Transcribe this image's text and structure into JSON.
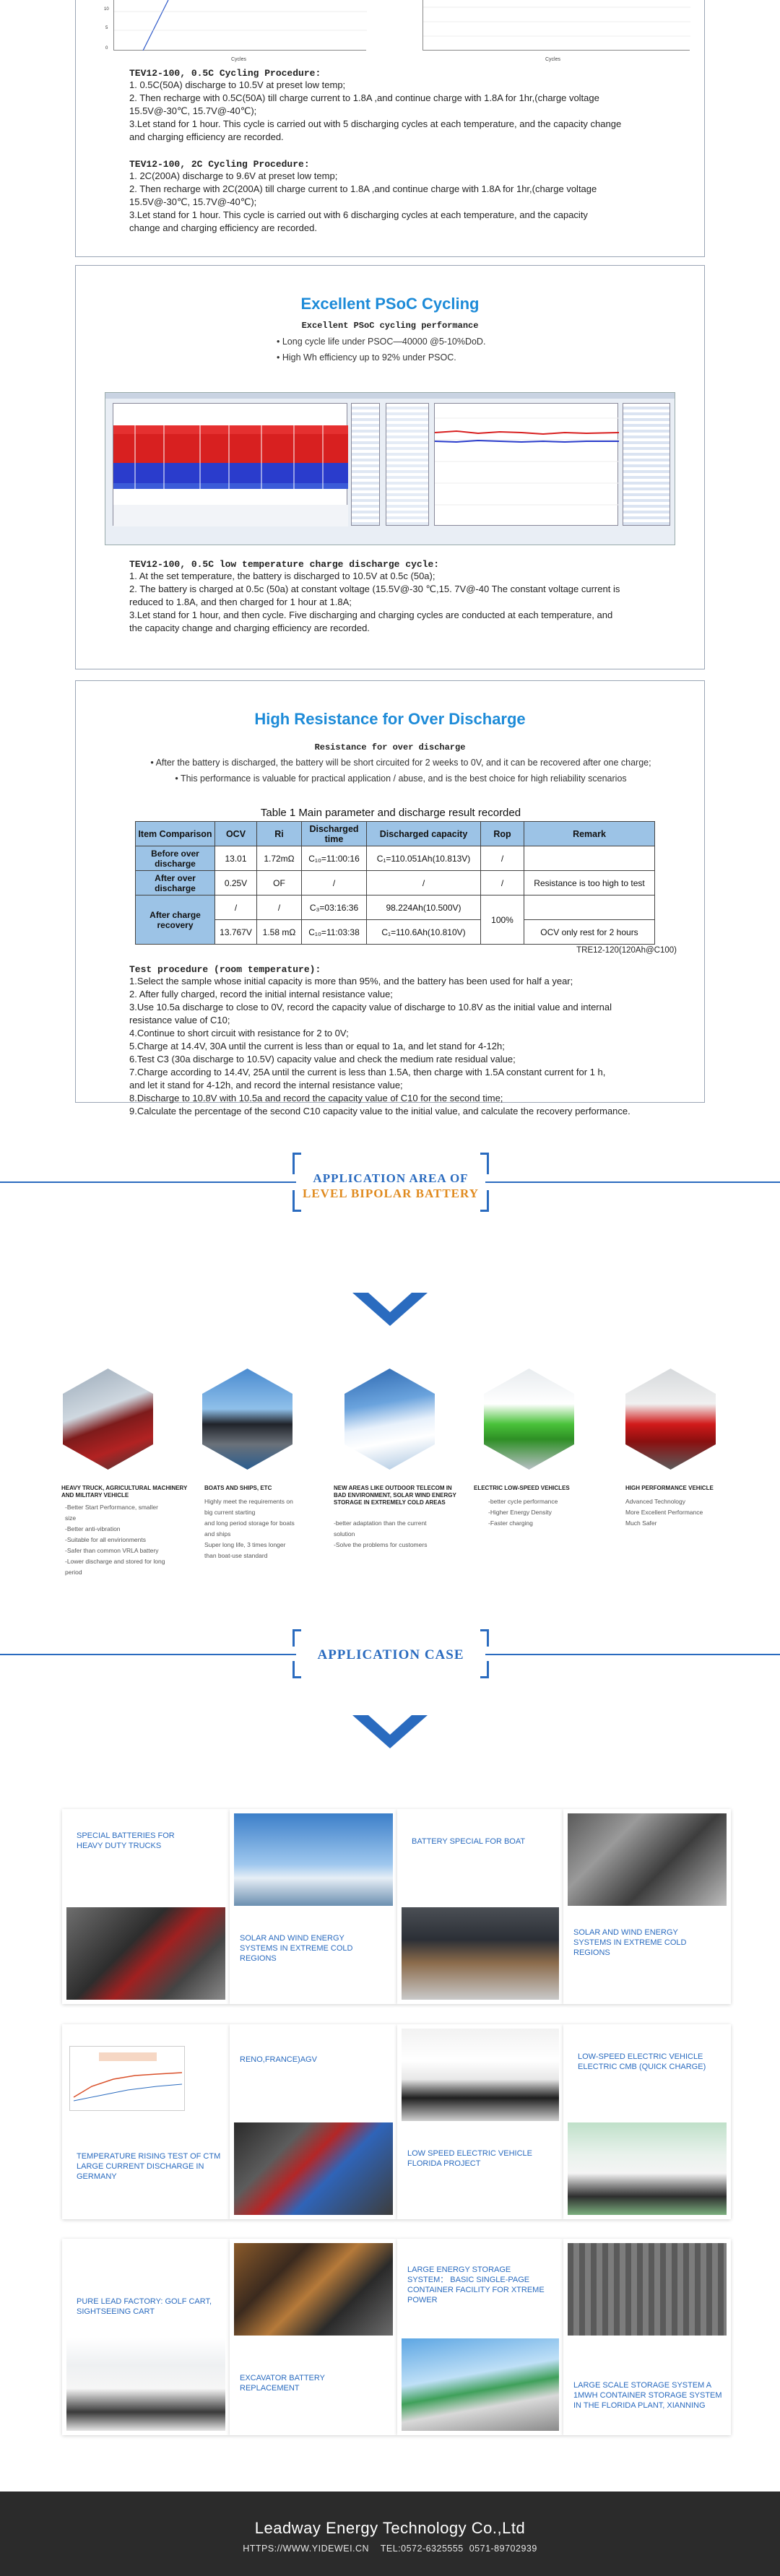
{
  "top_charts": {
    "left_y_ticks": [
      "10",
      "5",
      "0"
    ],
    "left_xlabel": "Cycles",
    "right_xlabel": "Cycles"
  },
  "cycling": {
    "proc1_title": "TEV12-100, 0.5C Cycling Procedure:",
    "proc1_lines": [
      "1. 0.5C(50A) discharge to 10.5V at preset low temp;",
      "2. Then recharge with 0.5C(50A) till charge current to 1.8A ,and continue charge with 1.8A for 1hr,(charge voltage",
      "15.5V@-30℃, 15.7V@-40℃);",
      "3.Let stand for 1 hour. This cycle is carried out with 5 discharging cycles at each temperature, and the capacity change",
      "and charging efficiency are recorded."
    ],
    "proc2_title": "TEV12-100, 2C Cycling Procedure:",
    "proc2_lines": [
      "1. 2C(200A) discharge to 9.6V at preset low temp;",
      "2. Then recharge with 2C(200A) till charge current to 1.8A ,and continue charge with 1.8A for 1hr,(charge voltage",
      "15.5V@-30℃, 15.7V@-40℃);",
      "3.Let stand for 1 hour. This cycle is carried out with 6 discharging cycles at each temperature, and the capacity",
      " change and charging efficiency are recorded."
    ]
  },
  "psoc": {
    "title": "Excellent PSoC Cycling",
    "subtitle": "Excellent PSoC cycling performance",
    "bullets": [
      "• Long cycle life under PSOC—40000 @5-10%DoD.",
      "• High Wh efficiency up to 92% under PSOC."
    ],
    "proc_title": "TEV12-100, 0.5C low temperature charge discharge cycle:",
    "proc_lines": [
      "1. At the set temperature, the battery is discharged to 10.5V at 0.5c (50a);",
      "2. The battery is charged at 0.5c (50a) at constant voltage (15.5V@-30 ℃,15. 7V@-40 The constant voltage current is",
      "reduced to 1.8A, and then charged for 1 hour at 1.8A;",
      "3.Let stand for 1 hour, and then cycle. Five discharging and charging cycles are conducted at each temperature, and",
      "the capacity change and charging efficiency are recorded."
    ]
  },
  "over_discharge": {
    "title": "High Resistance for Over Discharge",
    "subtitle": "Resistance for over discharge",
    "bullets": [
      "• After the battery is discharged, the battery will be short circuited for 2 weeks to 0V, and it can be recovered after one charge;",
      "• This performance is valuable for practical application / abuse, and is the best choice for high reliability scenarios"
    ],
    "table_caption": "Table 1 Main parameter and discharge result recorded",
    "table_headers": [
      "Item Comparison",
      "OCV",
      "Ri",
      "Discharged time",
      "Discharged capacity",
      "Rop",
      "Remark"
    ],
    "table_rows": [
      [
        "Before over discharge",
        "13.01",
        "1.72mΩ",
        "C₁₀=11:00:16",
        "C₁=110.051Ah(10.813V)",
        "/",
        ""
      ],
      [
        "After over discharge",
        "0.25V",
        "OF",
        "/",
        "/",
        "/",
        "Resistance is too high to test"
      ],
      [
        "After charge recovery",
        "/",
        "/",
        "C₃=03:16:36",
        "98.224Ah(10.500V)",
        "100%",
        ""
      ],
      [
        "",
        "13.767V",
        "1.58 mΩ",
        "C₁₀=11:03:38",
        "C₁=110.6Ah(10.810V)",
        "",
        "OCV only rest for 2 hours"
      ]
    ],
    "table_note": "TRE12-120(120Ah@C100)",
    "proc_title": "Test procedure (room temperature):",
    "proc_lines": [
      "1.Select the sample whose initial capacity is more than 95%, and the battery has been used for half a year;",
      "2. After fully charged, record the initial internal resistance value;",
      "3.Use 10.5a discharge to close to 0V, record the capacity value of discharge to 10.8V as the initial value and internal",
      "resistance value of C10;",
      "4.Continue to short circuit with resistance for 2 to 0V;",
      "5.Charge at 14.4V, 30A until the current is less than or equal to 1a, and let stand for 4-12h;",
      "6.Test C3 (30a discharge to 10.5V) capacity value and check the medium rate residual value;",
      "7.Charge according to 14.4V, 25A until the current is less than 1.5A, then charge with 1.5A constant current for 1 h,",
      " and let it stand for 4-12h, and record the internal resistance value;",
      "8.Discharge to 10.8V with 10.5a and record the capacity value of C10 for the second time;",
      "9.Calculate the percentage of the second C10 capacity value to the initial value, and calculate the recovery performance."
    ]
  },
  "application_area": {
    "banner_line1": "APPLICATION AREA OF",
    "banner_line2": "LEVEL BIPOLAR BATTERY",
    "items": [
      {
        "title": "HEAVY TRUCK, AGRICULTURAL MACHINERY AND MILITARY VEHICLE",
        "desc": [
          "-Better Start Performance, smaller size",
          "-Better anti-vibration",
          "-Suitable for all envirionments",
          "-Safer than common VRLA battery",
          "-Lower discharge and stored for long period"
        ]
      },
      {
        "title": "BOATS AND SHIPS, ETC",
        "desc": [
          "Highly meet the requirements on big current starting",
          "and long period storage for boats and ships",
          "Super long life, 3 times longer than boat-use standard"
        ]
      },
      {
        "title": "NEW AREAS LIKE OUTDOOR TELECOM IN BAD ENVIRONMENT, SOLAR WIND ENERGY STORAGE IN EXTREMELY COLD AREAS",
        "desc": [
          "-better adaptation than the current solution",
          "-Solve the problems for customers"
        ]
      },
      {
        "title": "ELECTRIC LOW-SPEED VEHICLES",
        "desc": [
          "-better cycle performance",
          "-Higher Energy Density",
          "-Faster charging"
        ]
      },
      {
        "title": "HIGH PERFORMANCE VEHICLE",
        "desc": [
          "Advanced Technology",
          "More Excellent Performance",
          "Much Safer"
        ]
      }
    ]
  },
  "application_case": {
    "banner": "APPLICATION CASE",
    "cards": [
      "SPECIAL BATTERIES FOR HEAVY DUTY TRUCKS",
      "SOLAR AND WIND ENERGY SYSTEMS IN EXTREME COLD REGIONS",
      "BATTERY SPECIAL FOR BOAT",
      "SOLAR AND WIND ENERGY SYSTEMS IN EXTREME COLD REGIONS",
      "TEMPERATURE RISING TEST OF CTM LARGE CURRENT DISCHARGE IN GERMANY",
      "RENO,FRANCE)AGV",
      "LOW SPEED ELECTRIC VEHICLE FLORIDA PROJECT",
      "LOW-SPEED ELECTRIC VEHICLE ELECTRIC CMB (QUICK CHARGE)",
      "PURE LEAD FACTORY: GOLF CART, SIGHTSEEING CART",
      "EXCAVATOR BATTERY REPLACEMENT",
      "LARGE ENERGY STORAGE SYSTEM： BASIC SINGLE-PAGE CONTAINER FACILITY FOR XTREME POWER",
      "LARGE SCALE STORAGE SYSTEM A 1MWH CONTAINER STORAGE SYSTEM IN THE FLORIDA PLANT, XIANNING"
    ]
  },
  "footer": {
    "company": "Leadway Energy Technology Co.,Ltd",
    "contact": "HTTPS://WWW.YIDEWEI.CN    TEL:0572-6325555  0571-89702939"
  },
  "colors": {
    "accent": "#1d8bd8",
    "banner_blue": "#2a6bbf",
    "banner_orange": "#e08a1e",
    "footer_bg": "#2b2b2b"
  }
}
